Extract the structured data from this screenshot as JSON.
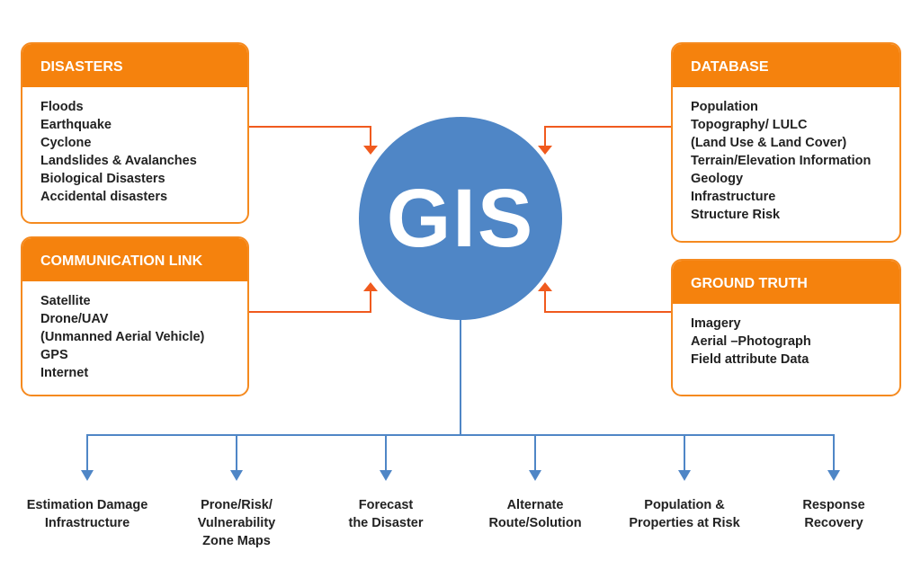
{
  "center": {
    "label": "GIS"
  },
  "inputs": [
    {
      "title": "DISASTERS",
      "items": [
        "Floods",
        "Earthquake",
        "Cyclone",
        "Landslides & Avalanches",
        "Biological Disasters",
        "Accidental disasters"
      ]
    },
    {
      "title": "COMMUNICATION LINK",
      "items": [
        "Satellite",
        "Drone/UAV",
        "(Unmanned Aerial Vehicle)",
        "GPS",
        "Internet"
      ]
    },
    {
      "title": "DATABASE",
      "items": [
        "Population",
        "Topography/ LULC",
        "(Land Use & Land Cover)",
        "Terrain/Elevation Information",
        "Geology",
        "Infrastructure",
        "Structure Risk"
      ]
    },
    {
      "title": "GROUND TRUTH",
      "items": [
        "Imagery",
        "Aerial –Photograph",
        "Field attribute Data"
      ]
    }
  ],
  "outputs": [
    {
      "lines": [
        "Estimation Damage",
        "Infrastructure"
      ]
    },
    {
      "lines": [
        "Prone/Risk/",
        "Vulnerability",
        "Zone Maps"
      ]
    },
    {
      "lines": [
        "Forecast",
        "the Disaster"
      ]
    },
    {
      "lines": [
        "Alternate",
        "Route/Solution"
      ]
    },
    {
      "lines": [
        "Population &",
        "Properties at Risk"
      ]
    },
    {
      "lines": [
        "Response",
        "Recovery"
      ]
    }
  ],
  "colors": {
    "orange": "#f5820d",
    "blue": "#4f86c6",
    "arrow_orange": "#f05a1e"
  }
}
